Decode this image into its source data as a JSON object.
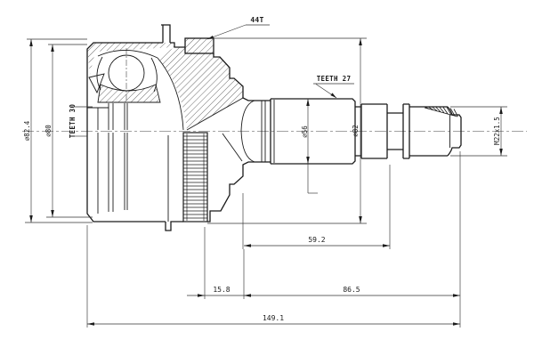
{
  "drawing": {
    "kind": "cv-joint-outer-technical-drawing",
    "callouts": {
      "ring_teeth": "44T",
      "housing_od": "⌀82.4",
      "body_od": "⌀80",
      "hub_spline": "TEETH 30",
      "shaft_spline": "TEETH 27",
      "boot_seat_od": "⌀56",
      "abs_ring_od": "⌀82",
      "thread": "M22x1.5"
    },
    "dimensions": {
      "spline_length": "59.2",
      "ring_to_face": "15.8",
      "shaft_length": "86.5",
      "overall_length": "149.1"
    }
  }
}
